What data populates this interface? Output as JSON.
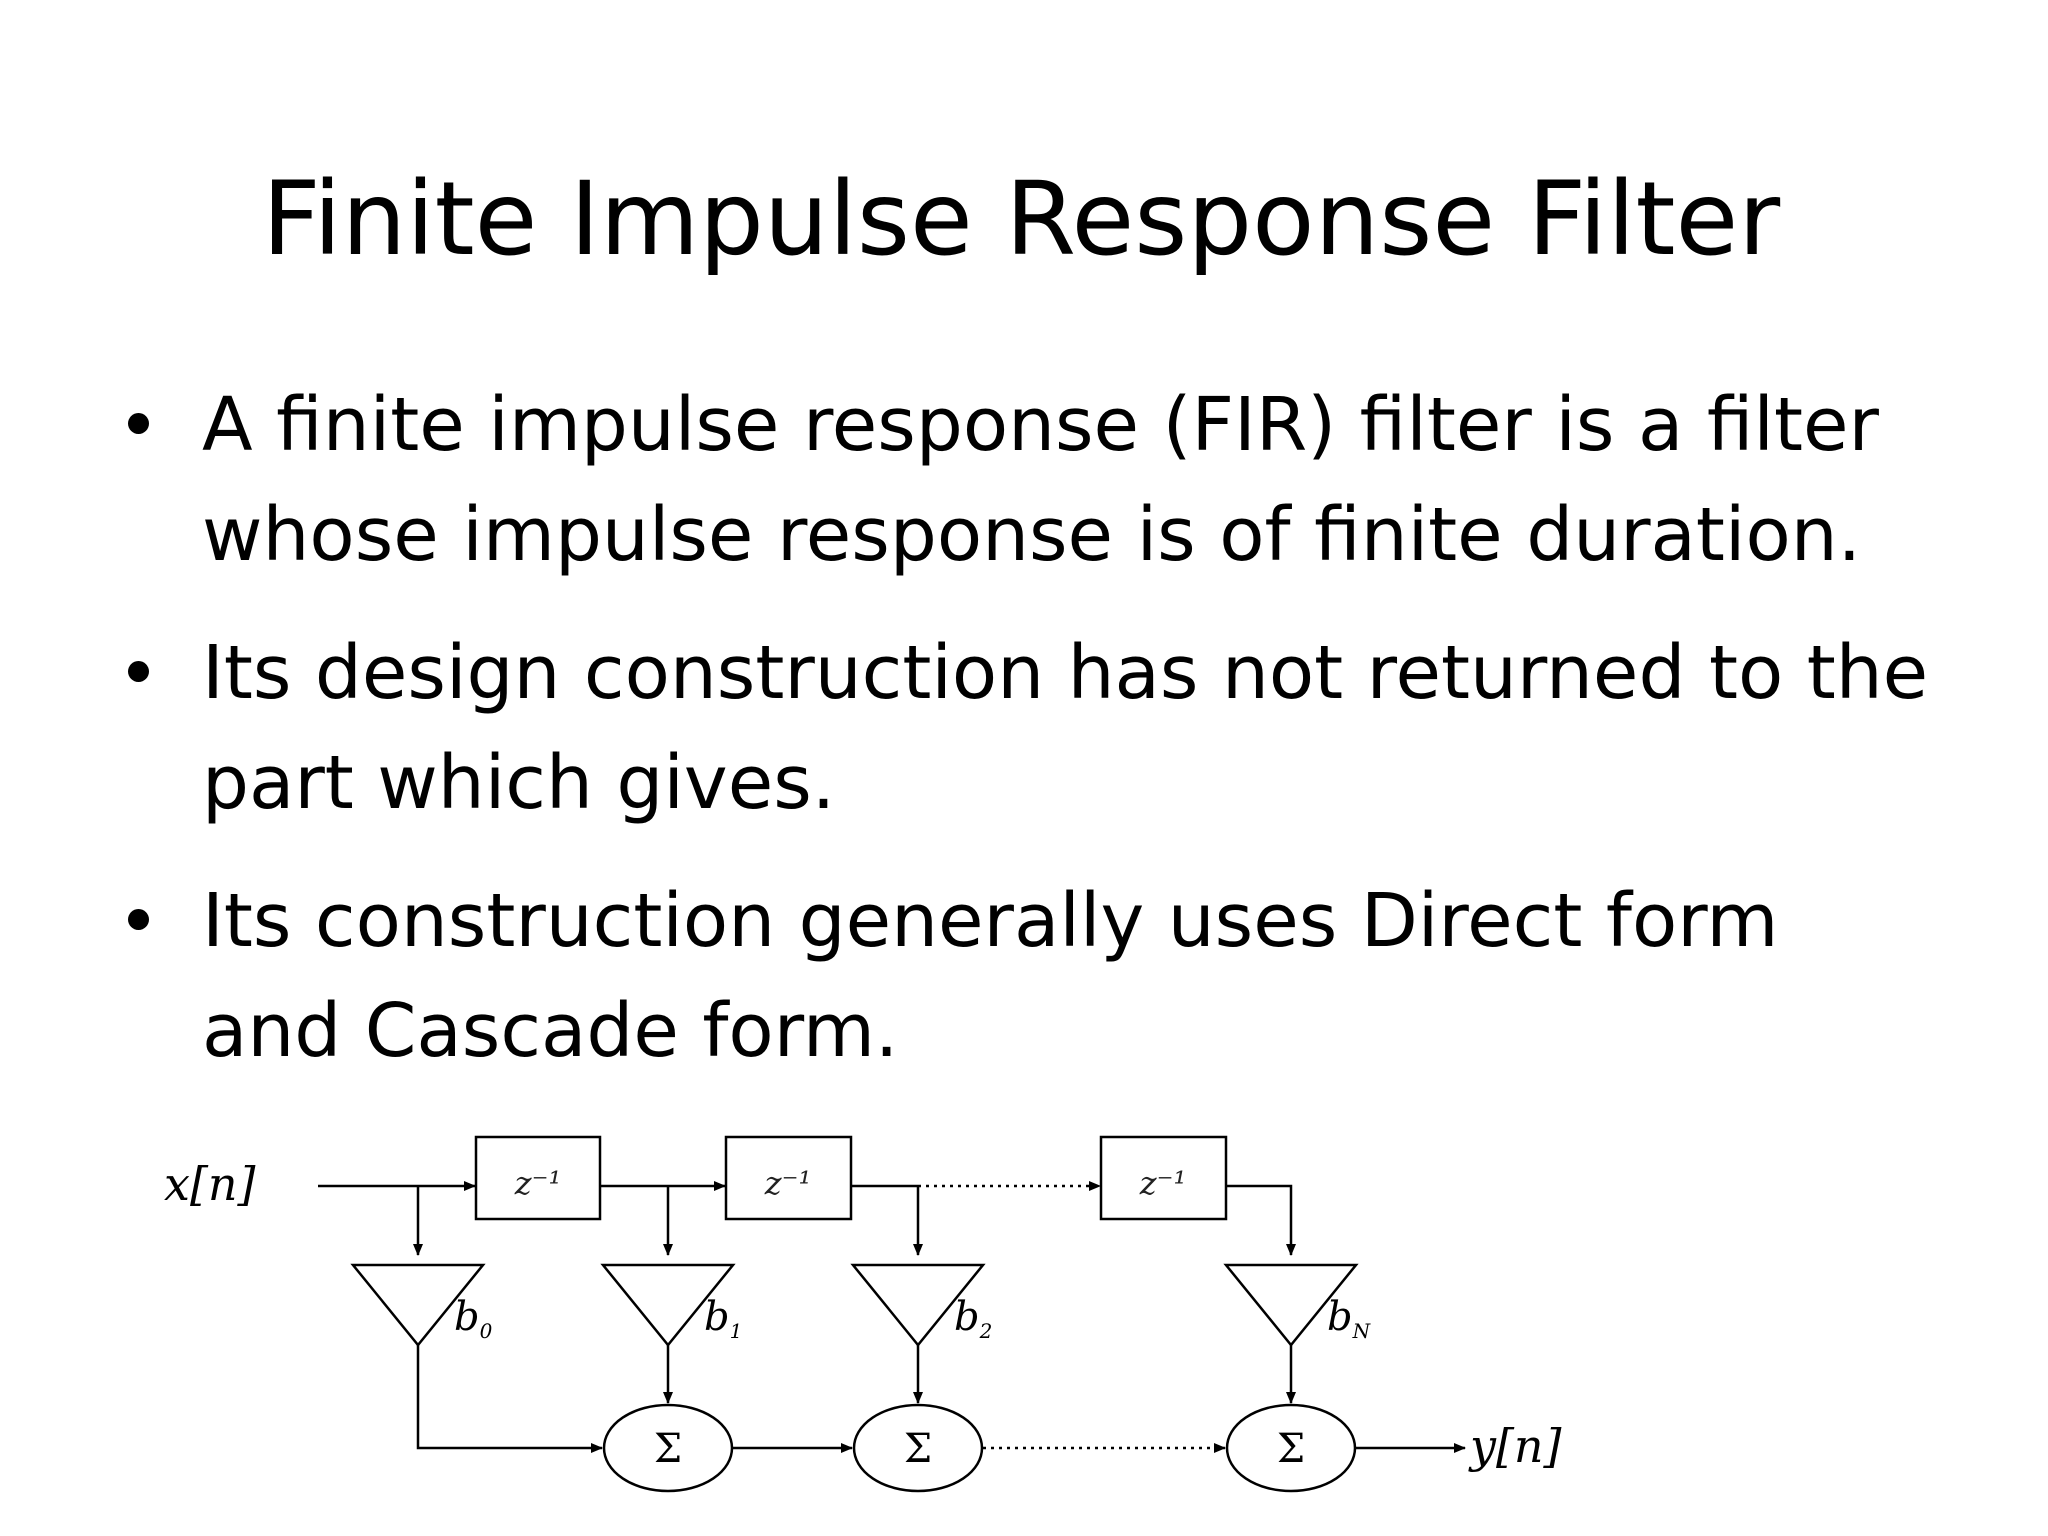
{
  "slide": {
    "title": "Finite Impulse Response Filter",
    "bullets": [
      {
        "lines": [
          "A finite impulse response (FIR) filter is a filter",
          "whose impulse response  is of finite duration."
        ]
      },
      {
        "lines": [
          "Its design construction has not returned to the",
          "part which gives."
        ]
      },
      {
        "lines": [
          "Its construction generally uses Direct form",
          "and Cascade form."
        ]
      }
    ]
  },
  "diagram": {
    "input_label": "x[n]",
    "output_label": "y[n]",
    "delay_label": "z⁻¹",
    "coefficients": [
      "0",
      "1",
      "2",
      "N"
    ],
    "coefficient_symbol": "b",
    "adder_symbol": "Σ"
  }
}
